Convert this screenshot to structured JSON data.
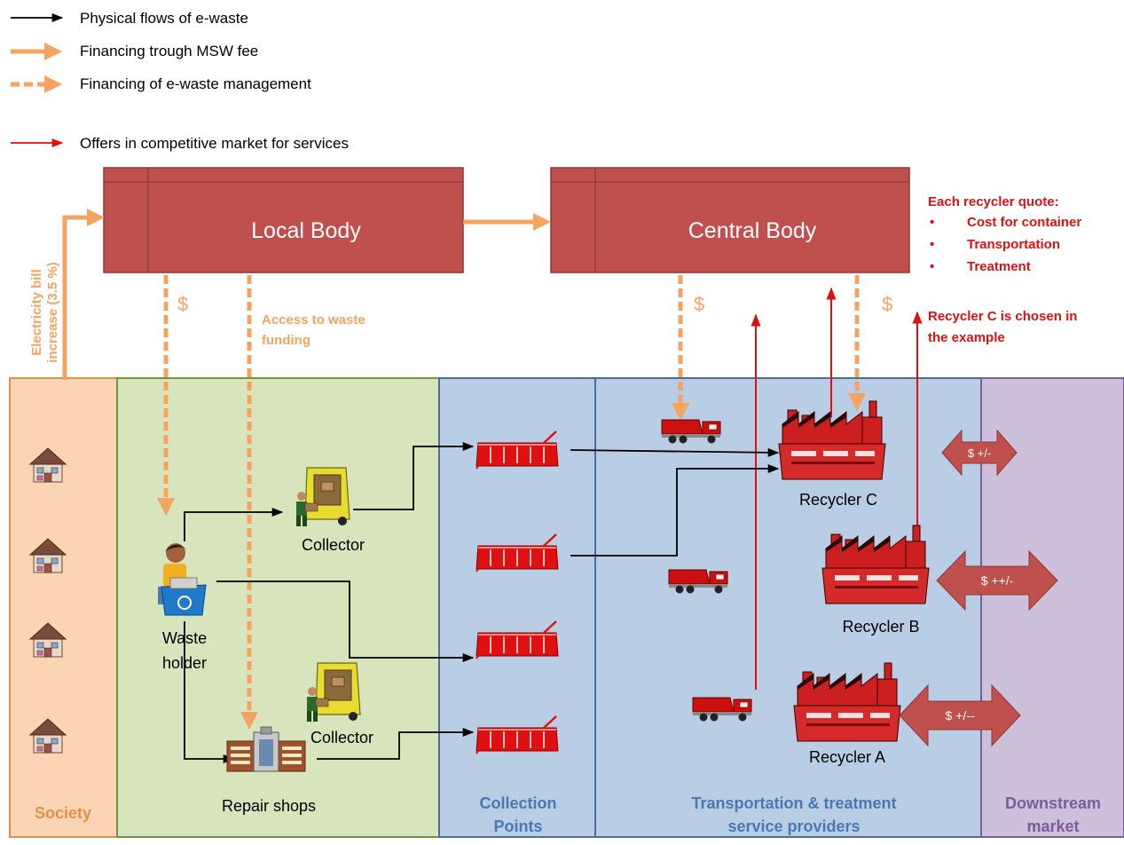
{
  "legend": {
    "physical": "Physical flows of e-waste",
    "msw_fee": "Financing trough MSW fee",
    "ewaste_financing": "Financing of e-waste management",
    "offers": "Offers in competitive market for services"
  },
  "bodies": {
    "local": "Local Body",
    "central": "Central Body"
  },
  "annotations": {
    "electricity_line1": "Electricity bill",
    "electricity_line2": "increase (3.5 %)",
    "dollar": "$",
    "access_line1": "Access to waste",
    "access_line2": "funding",
    "quote_title": "Each recycler quote:",
    "quote_items": [
      "Cost for container",
      "Transportation",
      "Treatment"
    ],
    "chosen_line1": "Recycler C is chosen in",
    "chosen_line2": "the example"
  },
  "zones": {
    "society": "Society",
    "collection_line1": "Collection",
    "collection_line2": "Points",
    "transport_line1": "Transportation & treatment",
    "transport_line2": "service providers",
    "downstream_line1": "Downstream",
    "downstream_line2": "market"
  },
  "actors": {
    "collector": "Collector",
    "waste_holder_line1": "Waste",
    "waste_holder_line2": "holder",
    "repair_shops": "Repair shops",
    "recycler_a": "Recycler A",
    "recycler_b": "Recycler B",
    "recycler_c": "Recycler C"
  },
  "market": {
    "a": "$ +/--",
    "b": "$ ++/-",
    "c": "$ +/-"
  },
  "colors": {
    "body_fill": "#c0504d",
    "body_stroke": "#8c3836",
    "orange": "#f4a460",
    "red": "#e01010",
    "society_bg": "#fbd4b4",
    "waste_bg": "#d8e4bc",
    "collection_bg": "#b9cde5",
    "transport_bg": "#b9cde5",
    "downstream_bg": "#ccc0da"
  }
}
